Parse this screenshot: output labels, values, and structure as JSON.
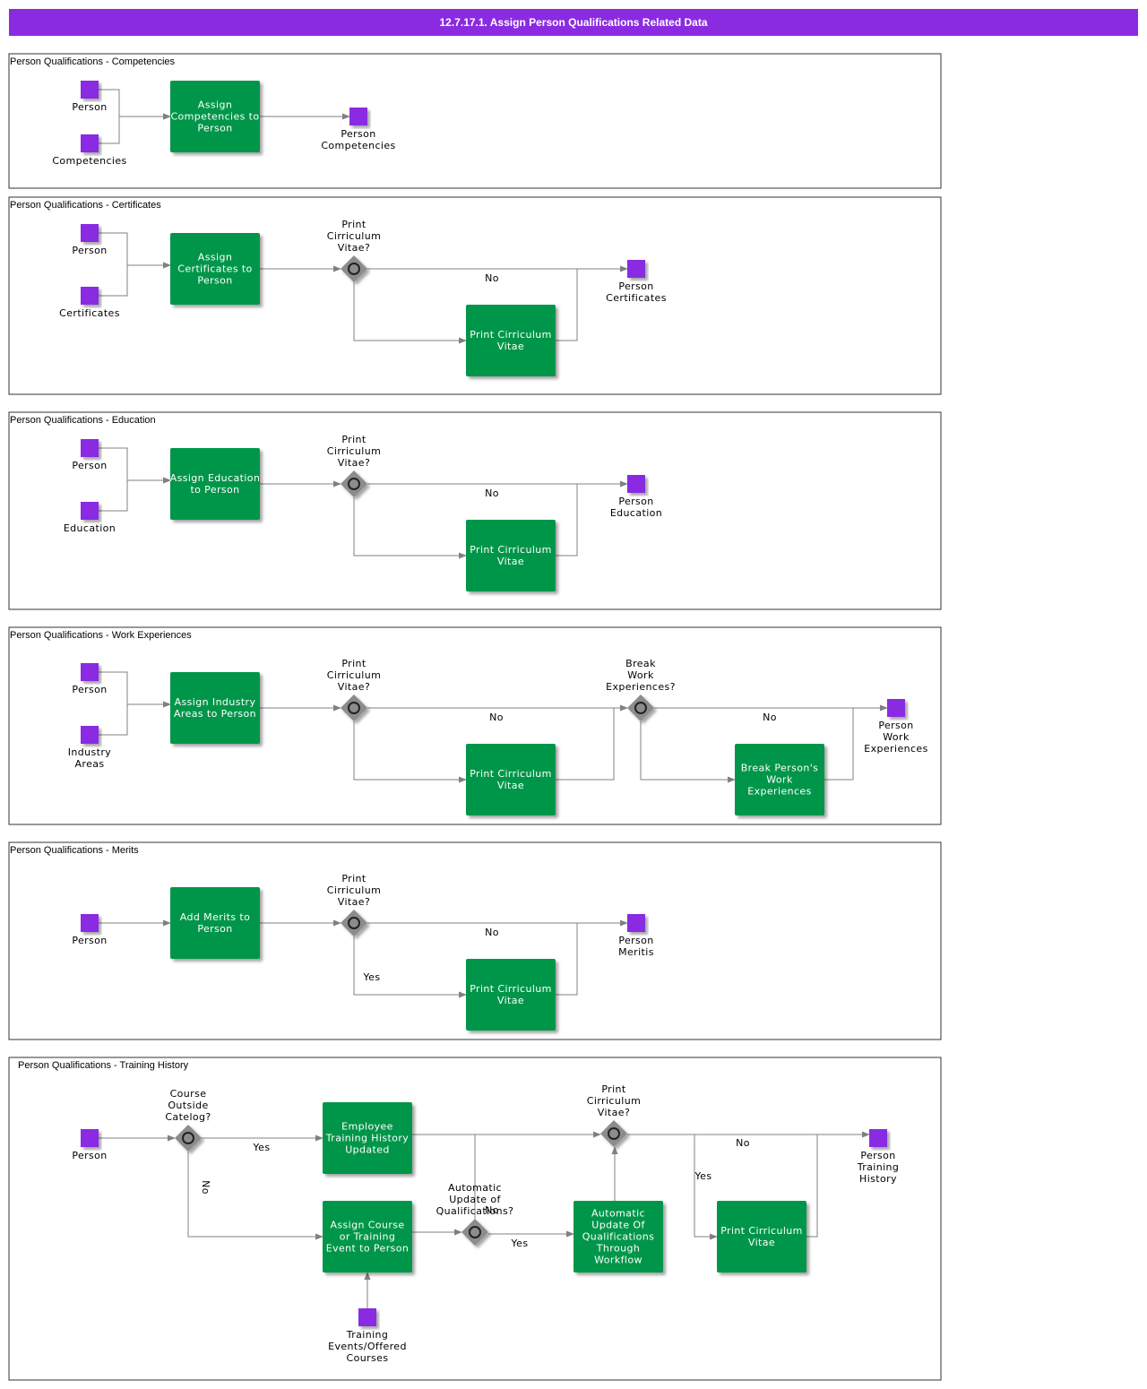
{
  "title": "12.7.17.1. Assign Person Qualifications Related Data",
  "colors": {
    "header": "#8a2be2",
    "task": "#009648",
    "data_object": "#8a2be2",
    "gateway": "#8c8c8c",
    "flow": "#808080"
  },
  "pools": {
    "competencies": {
      "label": "Person Qualifications - Competencies",
      "person": "Person",
      "competencies": "Competencies",
      "task": "Assign|Competencies to|Person",
      "output": "Person|Competencies"
    },
    "certificates": {
      "label": "Person Qualifications - Certificates",
      "person": "Person",
      "certificates": "Certificates",
      "task": "Assign|Certificates to|Person",
      "gateway": "Print|Cirriculum|Vitae?",
      "no": "No",
      "print_task": "Print Cirriculum|Vitae",
      "output": "Person|Certificates"
    },
    "education": {
      "label": "Person Qualifications - Education",
      "person": "Person",
      "education": "Education",
      "task": "Assign Education|to Person",
      "gateway": "Print|Cirriculum|Vitae?",
      "no": "No",
      "print_task": "Print Cirriculum|Vitae",
      "output": "Person|Education"
    },
    "work": {
      "label": "Person Qualifications - Work Experiences",
      "person": "Person",
      "industry": "Industry|Areas",
      "task": "Assign Industry|Areas  to Person",
      "gateway": "Print|Cirriculum|Vitae?",
      "no": "No",
      "print_task": "Print Cirriculum|Vitae",
      "gateway2": "Break|Work|Experiences?",
      "no2": "No",
      "break_task": "Break Person's|Work|Experiences",
      "output": "Person|Work|Experiences"
    },
    "merits": {
      "label": "Person Qualifications - Merits",
      "person": "Person",
      "task": "Add Merits to|Person",
      "gateway": "Print|Cirriculum|Vitae?",
      "no": "No",
      "yes": "Yes",
      "print_task": "Print Cirriculum|Vitae",
      "output": "Person|Meritis"
    },
    "training": {
      "label": "Person Qualifications - Training History",
      "person": "Person",
      "gateway_course": "Course|Outside|Catelog?",
      "yes1": "Yes",
      "no1": "No",
      "task_employee": "Employee|Training History|Updated",
      "task_assign": "Assign Course|or Training|Event to Person",
      "input_events": "Training|Events/Offered|Courses",
      "gateway_auto": "Automatic|Update of|Qualifications?",
      "no_auto": "No",
      "yes_auto": "Yes",
      "task_auto": "Automatic|Update Of|Qualifications|Through|Workflow",
      "gateway_print": "Print|Cirriculum|Vitae?",
      "no_print": "No",
      "yes_print": "Yes",
      "print_task": "Print Cirriculum|Vitae",
      "output": "Person|Training|History"
    }
  }
}
